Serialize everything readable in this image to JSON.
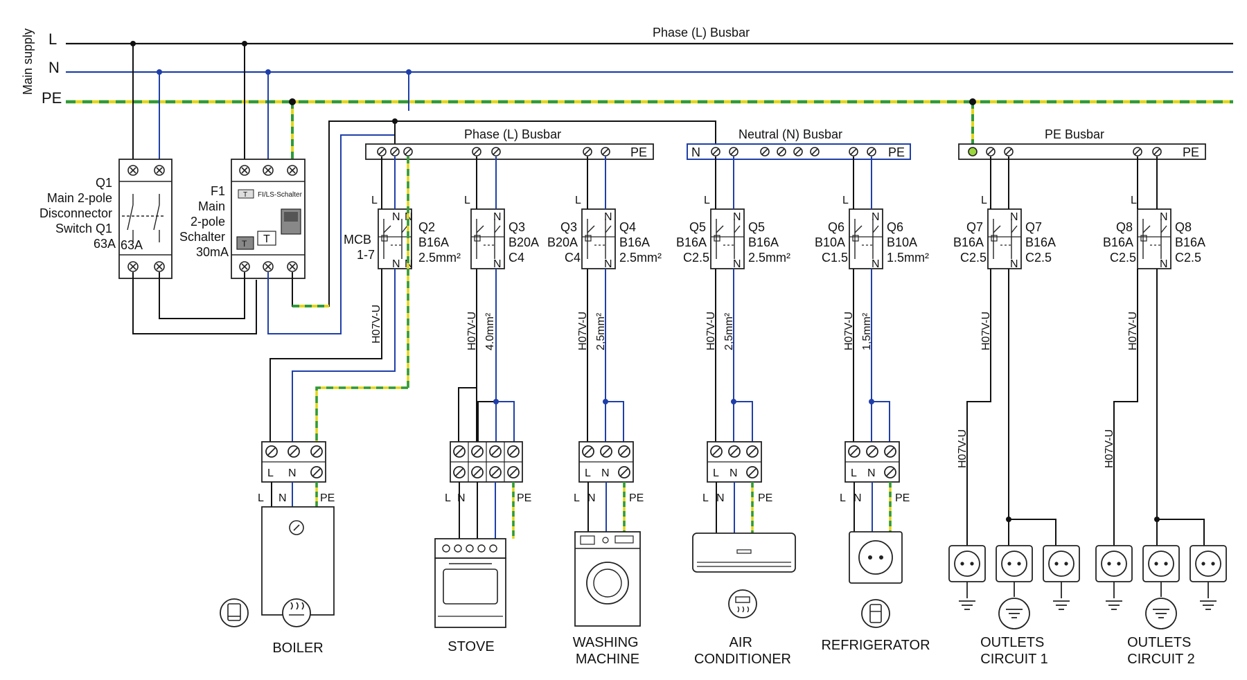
{
  "supply": {
    "side_label": "Main supply",
    "L": "L",
    "N": "N",
    "PE": "PE",
    "top_busbar_label": "Phase (L) Busbar"
  },
  "colors": {
    "phase": "#111111",
    "neutral": "#1f3fa8",
    "pe_yellow": "#e4d51a",
    "pe_green": "#2e9a3c",
    "outline": "#222222"
  },
  "busbars": {
    "phase": {
      "label": "Phase (L) Busbar",
      "end": "PE"
    },
    "neutral": {
      "label": "Neutral (N) Busbar",
      "start": "N",
      "end": "PE"
    },
    "pe": {
      "label": "PE Busbar",
      "end": "PE"
    }
  },
  "q1": {
    "lines": [
      "Q1",
      "Main 2-pole",
      "Disconnector",
      "Switch Q1",
      "63A"
    ],
    "rating": "63A",
    "icon": "disconnector-switch-icon"
  },
  "f1": {
    "lines": [
      "F1",
      "Main",
      "2-pole",
      "Schalter",
      "30mA"
    ],
    "device_label": "FI/LS-Schalter",
    "test": "T"
  },
  "mcb_group": {
    "lines": [
      "MCB",
      "1-7"
    ]
  },
  "breakers": [
    {
      "id": "q2",
      "left": [],
      "right": [
        "Q2",
        "B16A",
        "2.5mm²"
      ],
      "L": "L",
      "N": "N"
    },
    {
      "id": "q3",
      "left": [],
      "right": [
        "Q3",
        "B20A",
        "C4"
      ],
      "L": "L",
      "N": "N"
    },
    {
      "id": "q4",
      "left": [
        "Q3",
        "B20A",
        "C4"
      ],
      "right": [
        "Q4",
        "B16A",
        "2.5mm²"
      ],
      "L": "L",
      "N": "N"
    },
    {
      "id": "q5",
      "left": [
        "Q5",
        "B16A",
        "C2.5"
      ],
      "right": [
        "Q5",
        "B16A",
        "2.5mm²"
      ],
      "L": "L",
      "N": "N"
    },
    {
      "id": "q6",
      "left": [
        "Q6",
        "B10A",
        "C1.5"
      ],
      "right": [
        "Q6",
        "B10A",
        "1.5mm²"
      ],
      "L": "L",
      "N": "N"
    },
    {
      "id": "q7",
      "left": [
        "Q7",
        "B16A",
        "C2.5"
      ],
      "right": [
        "Q7",
        "B16A",
        "C2.5"
      ],
      "L": "L",
      "N": "N"
    },
    {
      "id": "q8",
      "left": [
        "Q8",
        "B16A",
        "C2.5"
      ],
      "right": [
        "Q8",
        "B16A",
        "C2.5"
      ],
      "L": "L",
      "N": "N"
    }
  ],
  "cables": {
    "c1": "H07V-U",
    "c2": "H07V-U",
    "c2b": "4.0mm²",
    "c3": "H07V-U",
    "c3b": "2,5mm²",
    "c4": "H07V-U",
    "c4b": "2,5mm²",
    "c5": "H07V-U",
    "c5b": "1,5mm²",
    "c6": "H07V-U",
    "c7": "H07V-U",
    "c8": "H07V-U",
    "c9": "H07V-U"
  },
  "terminals": {
    "L": "L",
    "N": "N",
    "PE": "PE"
  },
  "appliances": [
    {
      "id": "boiler",
      "lines": [
        "BOILER"
      ],
      "icons": [
        "water-heater-icon",
        "heating-icon"
      ]
    },
    {
      "id": "stove",
      "lines": [
        "STOVE"
      ],
      "icons": [
        "stove-icon"
      ]
    },
    {
      "id": "washer",
      "lines": [
        "WASHING",
        "MACHINE"
      ],
      "icons": [
        "washing-machine-icon"
      ]
    },
    {
      "id": "ac",
      "lines": [
        "AIR",
        "CONDITIONER"
      ],
      "icons": [
        "air-conditioner-icon"
      ]
    },
    {
      "id": "fridge",
      "lines": [
        "REFRIGERATOR"
      ],
      "icons": [
        "refrigerator-icon"
      ]
    },
    {
      "id": "outlets1",
      "lines": [
        "OUTLETS",
        "CIRCUIT 1"
      ],
      "icons": [
        "socket-icon",
        "ground-icon"
      ]
    },
    {
      "id": "outlets2",
      "lines": [
        "OUTLETS",
        "CIRCUIT 2"
      ],
      "icons": [
        "socket-icon",
        "ground-icon"
      ]
    }
  ]
}
